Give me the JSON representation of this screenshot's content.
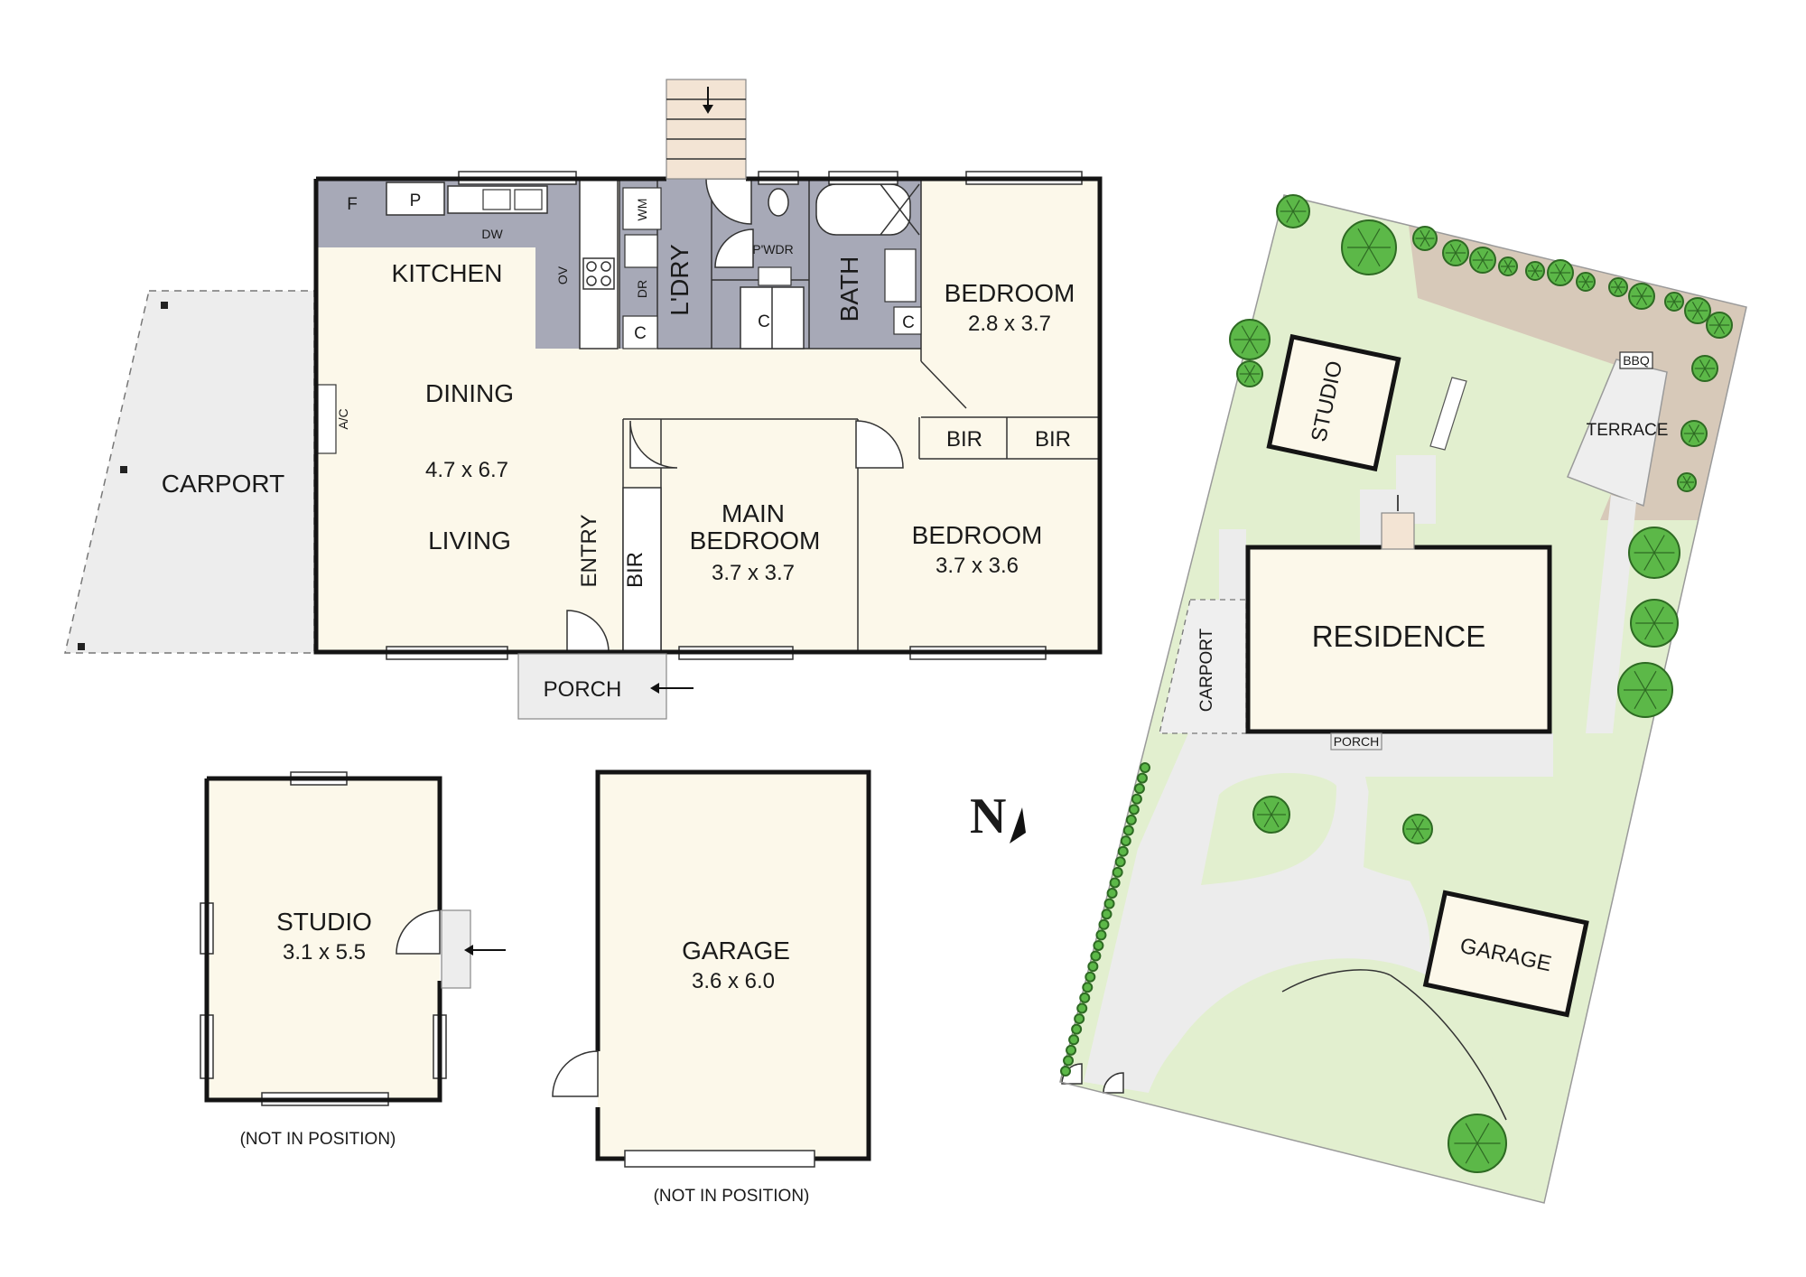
{
  "floorplan": {
    "rooms": {
      "kitchen": "KITCHEN",
      "dining": "DINING",
      "living_dims": "4.7 x 6.7",
      "living": "LIVING",
      "carport": "CARPORT",
      "entry": "ENTRY",
      "porch": "PORCH",
      "laundry": "L'DRY",
      "powder": "P'WDR",
      "bath": "BATH",
      "bedroom2_name": "BEDROOM",
      "bedroom2_dims": "2.8 x 3.7",
      "main_bedroom_line1": "MAIN",
      "main_bedroom_line2": "BEDROOM",
      "main_bedroom_dims": "3.7 x 3.7",
      "bedroom3_name": "BEDROOM",
      "bedroom3_dims": "3.7 x 3.6",
      "bir": "BIR"
    },
    "fixtures": {
      "fridge": "F",
      "pantry": "P",
      "dishwasher": "DW",
      "oven": "OV",
      "washing_machine": "WM",
      "dryer": "DR",
      "cupboard": "C",
      "air_conditioner": "A/C"
    }
  },
  "outbuildings": {
    "studio_name": "STUDIO",
    "studio_dims": "3.1 x 5.5",
    "studio_note": "(NOT IN POSITION)",
    "garage_name": "GARAGE",
    "garage_dims": "3.6 x 6.0",
    "garage_note": "(NOT IN POSITION)"
  },
  "compass": {
    "label": "N"
  },
  "site_plan": {
    "residence": "RESIDENCE",
    "studio": "STUDIO",
    "garage": "GARAGE",
    "carport": "CARPORT",
    "porch": "PORCH",
    "terrace": "TERRACE",
    "bbq": "BBQ"
  },
  "colors": {
    "room_fill": "#fcf8ea",
    "wet_area_fill": "#a7a9b7",
    "lawn_fill": "#e2efcf",
    "path_fill": "#ececec",
    "garden_bed_fill": "#d7c9b9",
    "tree_fill": "#5cb848",
    "wall_stroke": "#141414"
  }
}
